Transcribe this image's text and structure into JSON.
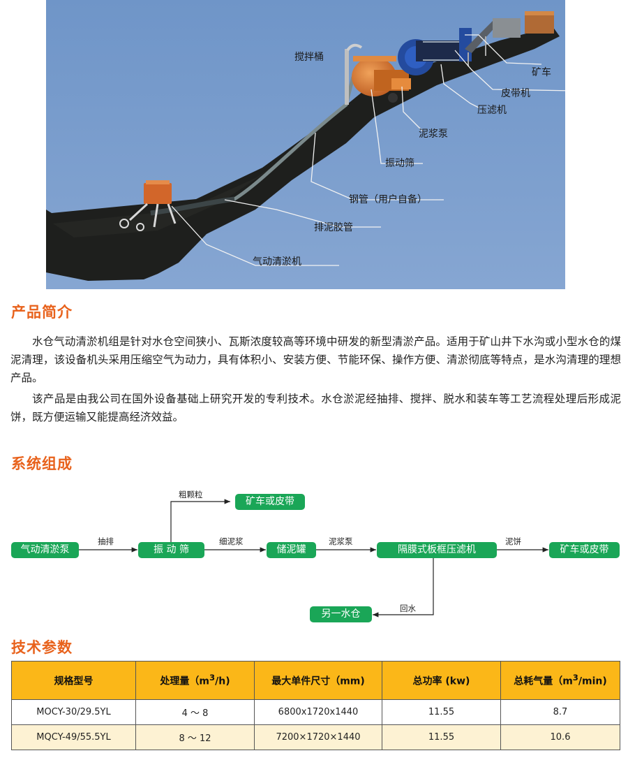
{
  "illustration": {
    "labels": {
      "mixer": "搅拌桶",
      "mine_car": "矿车",
      "belt": "皮带机",
      "filter_press": "压滤机",
      "slurry_pump": "泥浆泵",
      "vibrating_screen": "振动筛",
      "steel_pipe": "钢管（用户自备）",
      "hose": "排泥胶管",
      "dredger": "气动清淤机"
    },
    "colors": {
      "sky": "#7d9fcf",
      "ground": "#1e1f1d",
      "machine_orange": "#d7772d",
      "filter_blue": "#244b9e"
    }
  },
  "intro": {
    "title": "产品简介",
    "paragraphs": [
      "水仓气动清淤机组是针对水仓空间狭小、瓦斯浓度较高等环境中研发的新型清淤产品。适用于矿山井下水沟或小型水仓的煤泥清理，该设备机头采用压缩空气为动力，具有体积小、安装方便、节能环保、操作方便、清淤彻底等特点，是水沟清理的理想产品。",
      "该产品是由我公司在国外设备基础上研究开发的专利技术。水仓淤泥经抽排、搅拌、脱水和装车等工艺流程处理后形成泥饼，既方便运输又能提高经济效益。"
    ]
  },
  "system": {
    "title": "系统组成",
    "nodes": {
      "dredge_pump": "气动清淤泵",
      "screen": "振 动 筛",
      "tank": "储泥罐",
      "press": "隔膜式板框压滤机",
      "out_coarse": "矿车或皮带",
      "out_cake": "矿车或皮带",
      "other_sump": "另一水仓"
    },
    "edges": {
      "pump_out": "抽排",
      "coarse": "粗颗粒",
      "fine": "细泥浆",
      "slurry_pump": "泥浆泵",
      "cake": "泥饼",
      "return_water": "回水"
    },
    "node_color": "#1aa657"
  },
  "params": {
    "title": "技术参数",
    "headers": [
      {
        "text": "规格型号",
        "sup": "",
        "tail": ""
      },
      {
        "text": "处理量（m",
        "sup": "3",
        "tail": "/h)"
      },
      {
        "text": "最大单件尺寸（mm)",
        "sup": "",
        "tail": ""
      },
      {
        "text": "总功率 (kw)",
        "sup": "",
        "tail": ""
      },
      {
        "text": "总耗气量（m",
        "sup": "3",
        "tail": "/min)"
      }
    ],
    "rows": [
      [
        "MOCY-30/29.5YL",
        "4 ～ 8",
        "6800x1720x1440",
        "11.55",
        "8.7"
      ],
      [
        "MQCY-49/55.5YL",
        "8 ～ 12",
        "7200×1720×1440",
        "11.55",
        "10.6"
      ]
    ],
    "header_color": "#fbb718"
  }
}
